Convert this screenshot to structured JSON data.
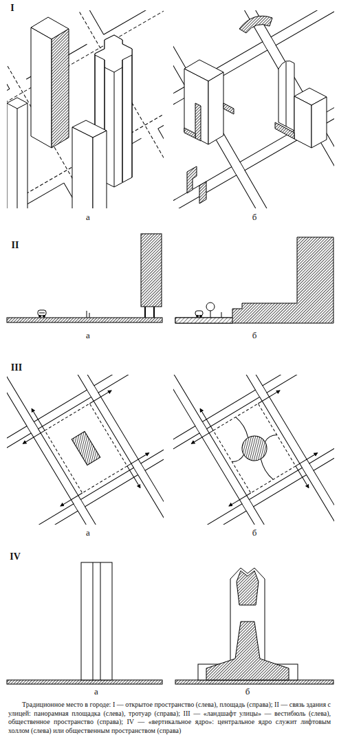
{
  "diagram": {
    "caption": "Традиционное место в городе: I — открытое пространство (слева), площадь (справа); II — связь здания с улицей: панорамная площадка (слева), тротуар (справа); III — «ландшафт улицы» — вестибюль (слева), общественное пространство (справа); IV — «вертикальное ядро»: центральное ядро служит лифтовым холлом (слева) или общественным пространством (справа)",
    "labels": [
      "I",
      "а",
      "б",
      "II",
      "а",
      "б",
      "III",
      "а",
      "б",
      "IV",
      "а",
      "б"
    ]
  }
}
